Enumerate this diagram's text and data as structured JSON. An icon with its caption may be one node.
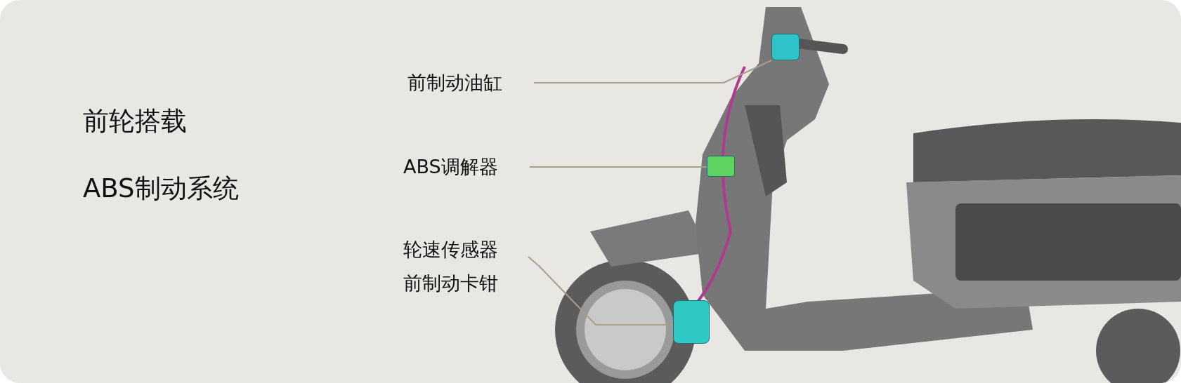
{
  "diagram": {
    "title": "前轮搭载",
    "labels": [
      "ABS制动系统"
    ],
    "nodes": [
      {
        "text": [
          "前制动油缸"
        ]
      },
      {
        "text": [],
        "shape": "box"
      },
      {
        "text": [
          "ABS调解器"
        ]
      },
      {
        "text": [],
        "shape": "box"
      },
      {
        "text": [
          "轮速传感器",
          "前制动卡钳"
        ]
      },
      {
        "text": [],
        "shape": "box"
      }
    ],
    "edges": [
      {
        "from": 0,
        "to": 1,
        "arrow": "none"
      },
      {
        "from": 2,
        "to": 3,
        "arrow": "none"
      },
      {
        "from": 4,
        "to": 5,
        "arrow": "none"
      }
    ]
  }
}
